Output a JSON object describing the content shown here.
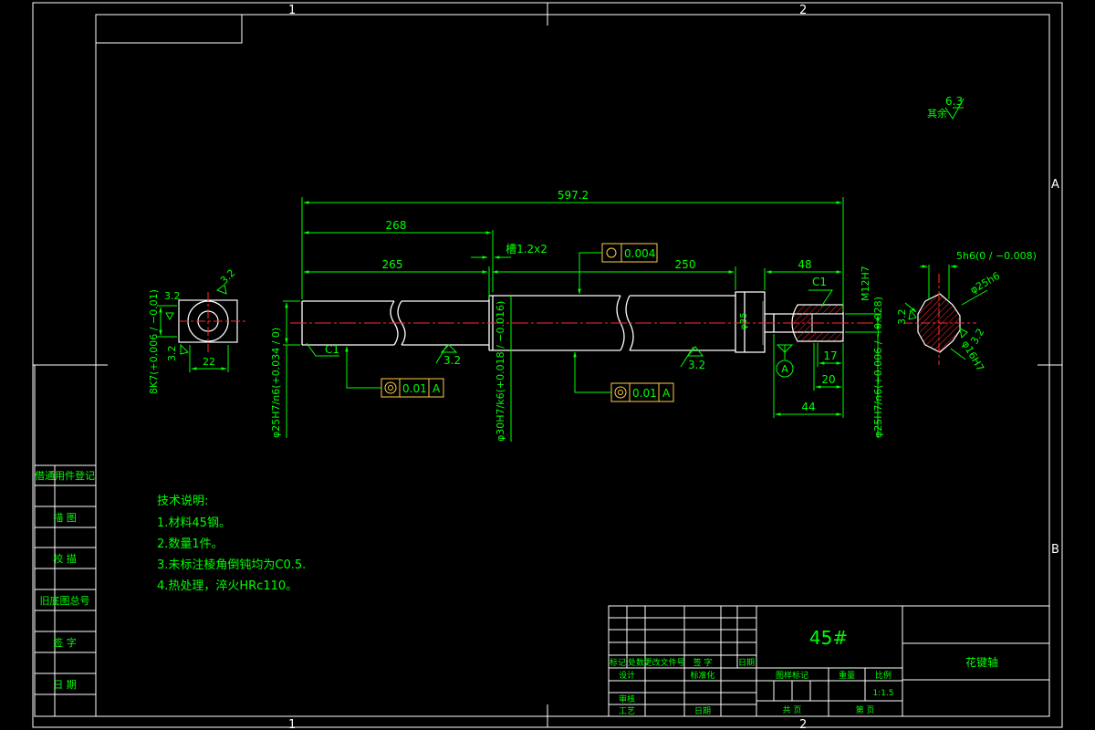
{
  "colors": {
    "background": "#000000",
    "frame": "#ffffff",
    "part": "#ffffff",
    "dimension": "#00ff00",
    "centerline": "#ff2a2a",
    "tolerance_frame": "#ffcc44",
    "title_block": "#ffffff",
    "text": "#00ff00"
  },
  "zones": {
    "top": [
      "1",
      "2"
    ],
    "bottom": [
      "1",
      "2"
    ],
    "right": [
      "A",
      "B"
    ]
  },
  "surface_finish": {
    "label": "其余",
    "value": "6.3"
  },
  "dimensions": {
    "total_length": "597.2",
    "len_268": "268",
    "len_265": "265",
    "groove": "槽1.2x2",
    "len_250": "250",
    "len_48": "48",
    "chamfer_c1_right": "C1",
    "chamfer_c1_left": "C1",
    "thread": "M12H7",
    "dia_35": "φ35",
    "len_17": "17",
    "len_20": "20",
    "len_44": "44",
    "fit_left": "φ25H7/n6(+0.034 / 0)",
    "fit_middle": "φ30H7/k6(+0.018 / −0.016)",
    "fit_right": "φ25H7/n6(+0.006 / −0.028)",
    "roughness_left": "3.2",
    "roughness_mid": "3.2",
    "datum": "A"
  },
  "left_view": {
    "roughness_a": "3.2",
    "roughness_b": "3.2",
    "roughness_c": "3.2",
    "width": "22",
    "keyway": "8K7(+0.006 / −0.01)"
  },
  "right_view": {
    "key": "5h6(0 / −0.008)",
    "dia_spline": "φ25h6",
    "dia_16": "φ16H7",
    "roughness_a": "3.2",
    "roughness_b": "3.2"
  },
  "tolerance_frames": {
    "top": {
      "value": "0.004"
    },
    "left": {
      "value": "0.01",
      "datum": "A"
    },
    "middle": {
      "value": "0.01",
      "datum": "A"
    }
  },
  "tech_notes": {
    "heading": "技术说明:",
    "items": [
      "1.材料45钢。",
      "2.数量1件。",
      "3.未标注棱角倒钝均为C0.5.",
      "4.热处理，淬火HRc110。"
    ]
  },
  "side_registry": [
    "借通用件登记",
    "描 图",
    "校 描",
    "旧底图总号",
    "签 字",
    "日 期"
  ],
  "title_block": {
    "material": "45#",
    "part_name": "花键轴",
    "change_headers": [
      "标记",
      "处数",
      "更改文件号",
      "签 字",
      "日期"
    ],
    "designer": "设计",
    "standardization": "标准化",
    "reviewer": "审核",
    "process": "工艺",
    "approval": "日期",
    "stage_mark": "图样标记",
    "weight": "重量",
    "scale": "比例",
    "scale_value": "1:1.5",
    "total_sheets": "共 页",
    "sheet_no": "第 页"
  }
}
